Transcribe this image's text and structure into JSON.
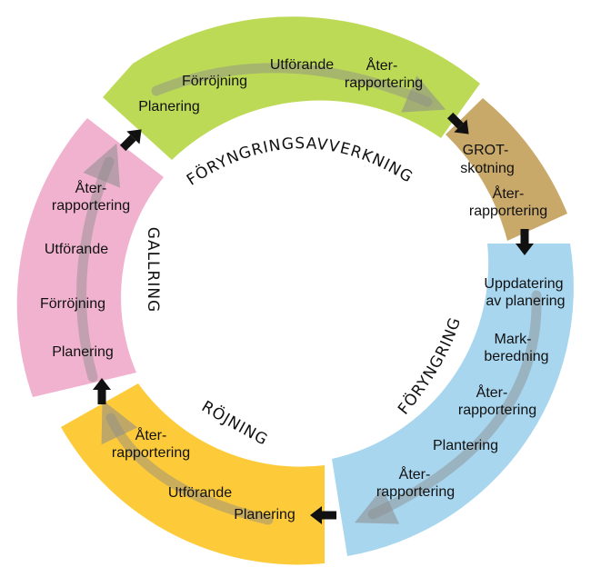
{
  "diagram": {
    "segments": [
      {
        "id": "foryngringsavverkning",
        "title": "FÖRYNGRINGSAVVERKNING",
        "color": "#bdda57",
        "steps": [
          "Planering",
          "Förröjning",
          "Utförande",
          "Åter-",
          "rapportering"
        ]
      },
      {
        "id": "grot",
        "title": "",
        "color": "#c9a96a",
        "steps": [
          "GROT-",
          "skotning",
          "Åter-",
          "rapportering"
        ]
      },
      {
        "id": "foryngring",
        "title": "FÖRYNGRING",
        "color": "#a8d6ef",
        "steps": [
          "Uppdatering",
          "av planering",
          "Mark-",
          "beredning",
          "Åter-",
          "rapportering",
          "Plantering",
          "Åter-",
          "rapportering"
        ]
      },
      {
        "id": "rojning",
        "title": "RÖJNING",
        "color": "#fdcb3a",
        "steps": [
          "Åter-",
          "rapportering",
          "Utförande",
          "Planering"
        ]
      },
      {
        "id": "gallring",
        "title": "GALLRING",
        "color": "#f1b2cf",
        "steps": [
          "Åter-",
          "rapportering",
          "Utförande",
          "Förröjning",
          "Planering"
        ]
      }
    ],
    "arrow_icon": "black-arrow-icon",
    "flow_arrow_color": "#8a8a8a"
  }
}
